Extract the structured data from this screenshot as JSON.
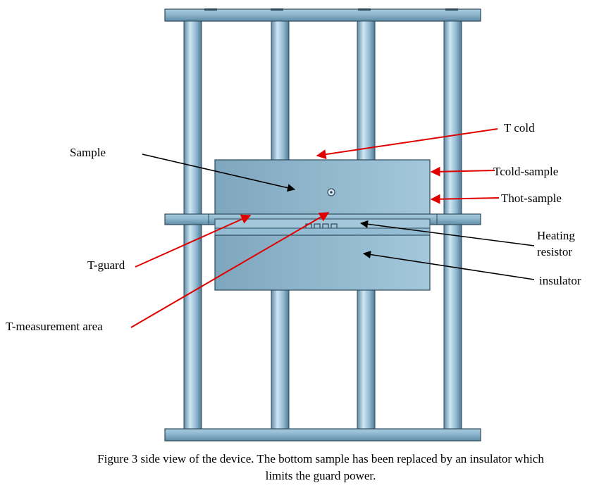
{
  "labels": {
    "t_cold": "T cold",
    "sample": "Sample",
    "tcold_sample": "Tcold-sample",
    "thot_sample": "Thot-sample",
    "heating_line1": "Heating",
    "heating_line2": "resistor",
    "insulator": "insulator",
    "t_guard": "T-guard",
    "t_measurement_area": "T-measurement area"
  },
  "caption": {
    "line1": "Figure 3 side view of the device. The bottom sample has been replaced by an insulator which",
    "line2": "limits the guard power."
  },
  "colors": {
    "metal": "#8fb8d0",
    "metal_dark": "#5e8aa6",
    "metal_light": "#c6e0ee",
    "outline": "#2f4a5c",
    "arrow_red": "#e00000",
    "arrow_black": "#000000"
  }
}
